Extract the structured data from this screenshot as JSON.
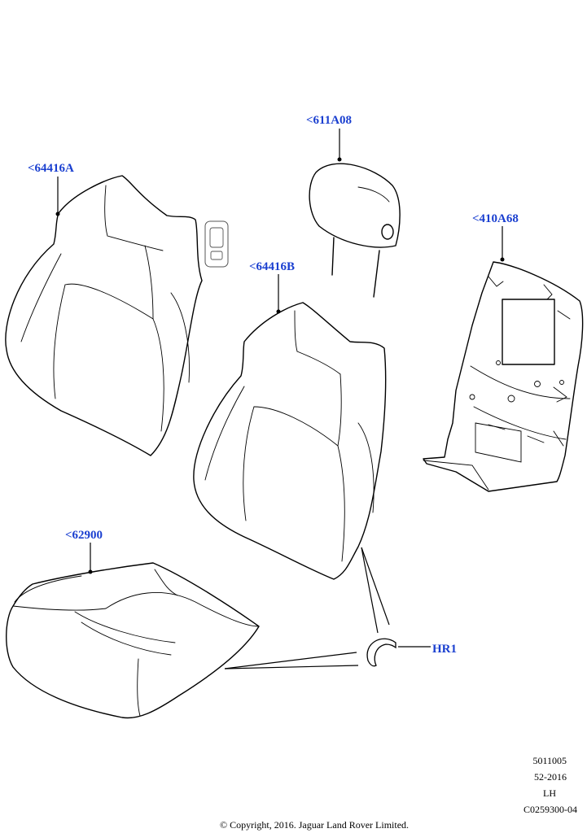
{
  "colors": {
    "callout": "#1a3fd0",
    "line": "#000000",
    "background": "#ffffff"
  },
  "callouts": {
    "headrest": "<611A08",
    "left_back_cover": "<64416A",
    "center_back_cover": "<64416B",
    "back_panel": "<410A68",
    "cushion_cover": "<62900",
    "hog_ring": "HR1"
  },
  "meta": {
    "code1": "5011005",
    "code2": "52-2016",
    "side": "LH",
    "illustration_id": "C0259300-04",
    "copyright": "© Copyright, 2016. Jaguar Land Rover Limited."
  }
}
